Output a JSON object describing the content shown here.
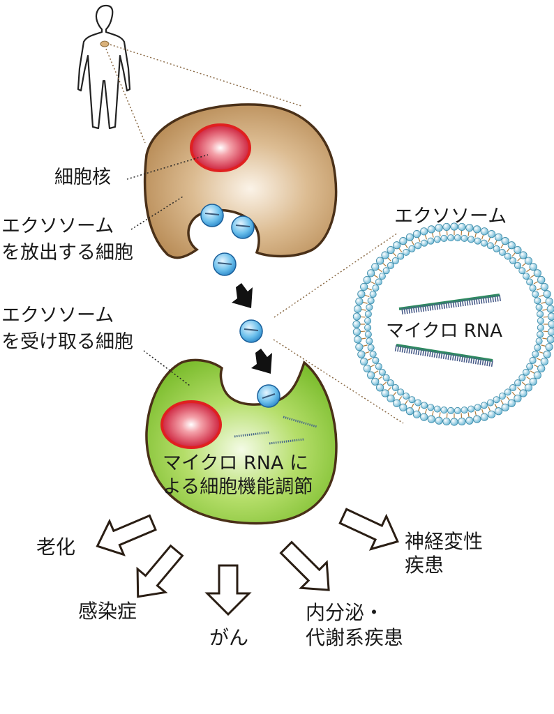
{
  "labels": {
    "nucleus": "細胞核",
    "releasing_cell_line1": "エクソソーム",
    "releasing_cell_line2": "を放出する細胞",
    "receiving_cell_line1": "エクソソーム",
    "receiving_cell_line2": "を受け取る細胞",
    "exosome_title": "エクソソーム",
    "microrna_in_exosome": "マイクロ RNA",
    "regulation_line1": "マイクロ RNA に",
    "regulation_line2": "よる細胞機能調節"
  },
  "outcomes": {
    "aging": "老化",
    "infection": "感染症",
    "cancer": "がん",
    "endocrine_line1": "内分泌・",
    "endocrine_line2": "代謝系疾患",
    "neuro_line1": "神経変性",
    "neuro_line2": "疾患"
  },
  "colors": {
    "releasing_cell": "#c8a070",
    "receiving_cell": "#8cc63f",
    "nucleus": "#d8202c",
    "exosome": "#4aa8df",
    "outline": "#3a2a1a"
  }
}
